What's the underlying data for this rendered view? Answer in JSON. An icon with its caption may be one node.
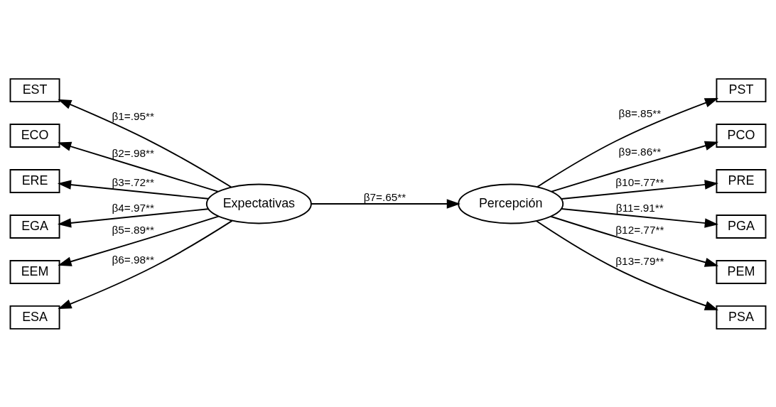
{
  "diagram": {
    "nodes": [
      {
        "text": [
          "Expectativas"
        ]
      },
      {
        "text": [
          "Percepción"
        ]
      },
      {
        "text": [
          "EST"
        ]
      },
      {
        "text": [
          "ECO"
        ]
      },
      {
        "text": [
          "ERE"
        ]
      },
      {
        "text": [
          "EGA"
        ]
      },
      {
        "text": [
          "EEM"
        ]
      },
      {
        "text": [
          "ESA"
        ]
      },
      {
        "text": [
          "PST"
        ]
      },
      {
        "text": [
          "PCO"
        ]
      },
      {
        "text": [
          "PRE"
        ]
      },
      {
        "text": [
          "PGA"
        ]
      },
      {
        "text": [
          "PEM"
        ]
      },
      {
        "text": [
          "PSA"
        ]
      }
    ],
    "edges": [
      {
        "from": 0,
        "to": 2,
        "arrow": "to",
        "label": "β1=.95**"
      },
      {
        "from": 0,
        "to": 3,
        "arrow": "to",
        "label": "β2=.98**"
      },
      {
        "from": 0,
        "to": 4,
        "arrow": "to",
        "label": "β3=.72**"
      },
      {
        "from": 0,
        "to": 5,
        "arrow": "to",
        "label": "β4=.97**"
      },
      {
        "from": 0,
        "to": 6,
        "arrow": "to",
        "label": "β5=.89**"
      },
      {
        "from": 0,
        "to": 7,
        "arrow": "to",
        "label": "β6=.98**"
      },
      {
        "from": 0,
        "to": 1,
        "arrow": "to",
        "label": "β7=.65**"
      },
      {
        "from": 1,
        "to": 8,
        "arrow": "to",
        "label": "β8=.85**"
      },
      {
        "from": 1,
        "to": 9,
        "arrow": "to",
        "label": "β9=.86**"
      },
      {
        "from": 1,
        "to": 10,
        "arrow": "to",
        "label": "β10=.77**"
      },
      {
        "from": 1,
        "to": 11,
        "arrow": "to",
        "label": "β11=.91**"
      },
      {
        "from": 1,
        "to": 12,
        "arrow": "to",
        "label": "β12=.77**"
      },
      {
        "from": 1,
        "to": 13,
        "arrow": "to",
        "label": "β13=.79**"
      }
    ]
  }
}
